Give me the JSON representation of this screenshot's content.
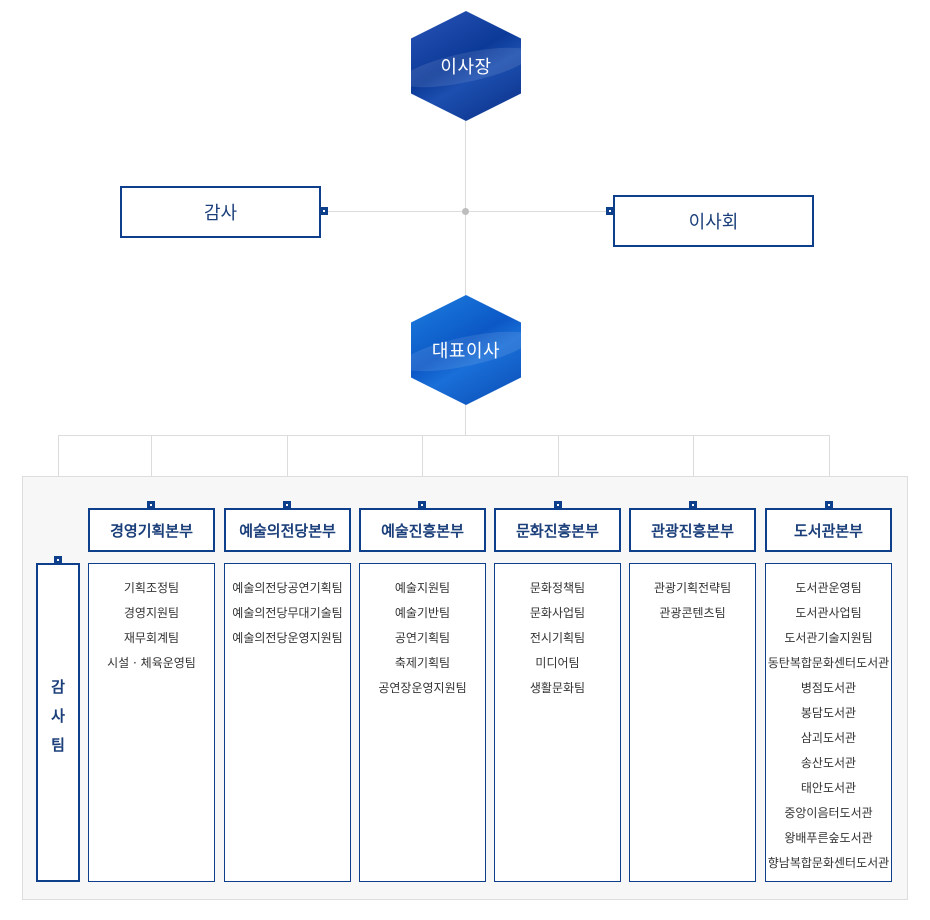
{
  "top": {
    "chairman": "이사장",
    "auditor": "감사",
    "board": "이사회",
    "ceo": "대표이사"
  },
  "audit_team": "감사팀",
  "divisions": [
    {
      "name": "경영기획본부",
      "teams": [
        "기획조정팀",
        "경영지원팀",
        "재무회계팀",
        "시설 · 체육운영팀"
      ]
    },
    {
      "name": "예술의전당본부",
      "teams": [
        "예술의전당공연기획팀",
        "예술의전당무대기술팀",
        "예술의전당운영지원팀"
      ]
    },
    {
      "name": "예술진흥본부",
      "teams": [
        "예술지원팀",
        "예술기반팀",
        "공연기획팀",
        "축제기획팀",
        "공연장운영지원팀"
      ]
    },
    {
      "name": "문화진흥본부",
      "teams": [
        "문화정책팀",
        "문화사업팀",
        "전시기획팀",
        "미디어팀",
        "생활문화팀"
      ]
    },
    {
      "name": "관광진흥본부",
      "teams": [
        "관광기획전략팀",
        "관광콘텐츠팀"
      ]
    },
    {
      "name": "도서관본부",
      "teams": [
        "도서관운영팀",
        "도서관사업팀",
        "도서관기술지원팀",
        "동탄복합문화센터도서관",
        "병점도서관",
        "봉담도서관",
        "삼괴도서관",
        "송산도서관",
        "태안도서관",
        "중앙이음터도서관",
        "왕배푸른숲도서관",
        "향남복합문화센터도서관"
      ]
    }
  ]
}
